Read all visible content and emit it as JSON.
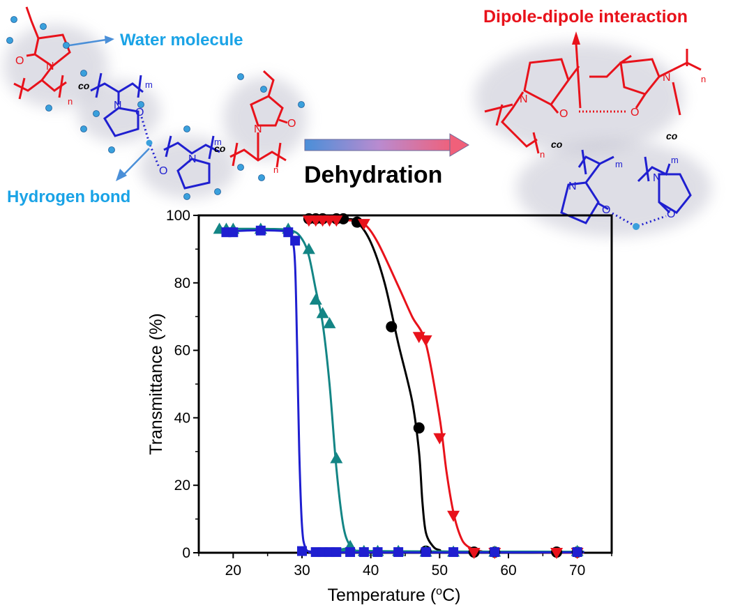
{
  "labels": {
    "water_molecule": "Water molecule",
    "hydrogen_bond": "Hydrogen bond",
    "dipole_interaction": "Dipole-dipole interaction",
    "dehydration": "Dehydration",
    "co": "co",
    "n": "n",
    "m": "m",
    "N": "N",
    "O": "O"
  },
  "colors": {
    "red": "#e8121b",
    "blue": "#1f1fd0",
    "teal": "#138585",
    "black": "#000000",
    "light_blue_text": "#1aa3e6",
    "arrow_blue": "#4a8fd8",
    "water_dot": "#3aa0dc"
  },
  "chart_data": {
    "type": "scatter",
    "xlabel": "Temperature (°C)",
    "ylabel": "Transmittance (%)",
    "xlim": [
      15,
      75
    ],
    "ylim": [
      0,
      100
    ],
    "xticks": [
      20,
      30,
      40,
      50,
      60,
      70
    ],
    "yticks": [
      0,
      20,
      40,
      60,
      80,
      100
    ],
    "grid": false,
    "series": [
      {
        "marker": "square",
        "color": "#1f1fd0",
        "points": [
          [
            19,
            95
          ],
          [
            20,
            95
          ],
          [
            24,
            95.5
          ],
          [
            28,
            95
          ],
          [
            29,
            92.5
          ],
          [
            30,
            0.5
          ],
          [
            32,
            0.2
          ],
          [
            33,
            0.2
          ],
          [
            34,
            0.2
          ],
          [
            35,
            0.2
          ],
          [
            37,
            0.2
          ],
          [
            39,
            0.2
          ],
          [
            41,
            0.2
          ],
          [
            44,
            0.2
          ],
          [
            48,
            0.2
          ],
          [
            52,
            0.2
          ],
          [
            58,
            0.2
          ],
          [
            70,
            0.2
          ]
        ],
        "curve": [
          [
            18,
            95
          ],
          [
            22,
            95.5
          ],
          [
            26,
            95.5
          ],
          [
            28,
            95
          ],
          [
            28.6,
            93
          ],
          [
            29,
            85
          ],
          [
            29.3,
            60
          ],
          [
            29.6,
            30
          ],
          [
            30,
            8
          ],
          [
            30.5,
            1.5
          ],
          [
            31.5,
            0.3
          ],
          [
            35,
            0.1
          ],
          [
            71,
            0.1
          ]
        ]
      },
      {
        "marker": "triangle-up",
        "color": "#138585",
        "points": [
          [
            18,
            96
          ],
          [
            19,
            96
          ],
          [
            20,
            96
          ],
          [
            24,
            96
          ],
          [
            28,
            96
          ],
          [
            31,
            90
          ],
          [
            32,
            75
          ],
          [
            33,
            71
          ],
          [
            34,
            68
          ],
          [
            35,
            28
          ],
          [
            37,
            2
          ],
          [
            39,
            0.5
          ],
          [
            41,
            0.5
          ],
          [
            44,
            0.5
          ],
          [
            48,
            0.3
          ],
          [
            52,
            0.3
          ],
          [
            58,
            0.3
          ],
          [
            70,
            0.5
          ]
        ],
        "curve": [
          [
            18,
            96
          ],
          [
            25,
            96
          ],
          [
            28.5,
            95.5
          ],
          [
            30,
            93
          ],
          [
            31,
            88
          ],
          [
            32,
            78
          ],
          [
            33,
            68
          ],
          [
            34,
            50
          ],
          [
            35,
            25
          ],
          [
            36,
            8
          ],
          [
            37,
            2
          ],
          [
            38,
            0.6
          ],
          [
            71,
            0.3
          ]
        ]
      },
      {
        "marker": "circle",
        "color": "#000000",
        "points": [
          [
            31,
            99
          ],
          [
            32,
            99
          ],
          [
            33,
            99
          ],
          [
            35,
            99
          ],
          [
            36,
            99
          ],
          [
            38,
            98
          ],
          [
            43,
            67
          ],
          [
            47,
            37
          ],
          [
            48,
            0.5
          ],
          [
            55,
            0.2
          ],
          [
            58,
            0.2
          ],
          [
            67,
            0.2
          ],
          [
            70,
            0.2
          ]
        ],
        "curve": [
          [
            31,
            99
          ],
          [
            36,
            99
          ],
          [
            38,
            98
          ],
          [
            40,
            92
          ],
          [
            42,
            80
          ],
          [
            44,
            62
          ],
          [
            46,
            45
          ],
          [
            47,
            30
          ],
          [
            47.5,
            15
          ],
          [
            48,
            6
          ],
          [
            49,
            2
          ],
          [
            50,
            0.8
          ],
          [
            52,
            0.3
          ],
          [
            71,
            0.2
          ]
        ]
      },
      {
        "marker": "triangle-down",
        "color": "#e8121b",
        "points": [
          [
            31,
            98.5
          ],
          [
            32,
            98.5
          ],
          [
            33,
            98.5
          ],
          [
            34,
            98.5
          ],
          [
            35,
            98.5
          ],
          [
            39,
            97.5
          ],
          [
            47,
            64
          ],
          [
            48,
            63
          ],
          [
            50,
            34
          ],
          [
            52,
            11
          ],
          [
            55,
            0
          ],
          [
            58,
            0
          ],
          [
            67,
            0
          ],
          [
            70,
            0
          ]
        ],
        "curve": [
          [
            31,
            98.5
          ],
          [
            37,
            98.5
          ],
          [
            39,
            97.5
          ],
          [
            41,
            92
          ],
          [
            44,
            79
          ],
          [
            46,
            70
          ],
          [
            48,
            62
          ],
          [
            50,
            40
          ],
          [
            51,
            24
          ],
          [
            52,
            12
          ],
          [
            53,
            5
          ],
          [
            54,
            2
          ],
          [
            56,
            0.5
          ],
          [
            58,
            0.2
          ],
          [
            71,
            0
          ]
        ]
      }
    ]
  }
}
